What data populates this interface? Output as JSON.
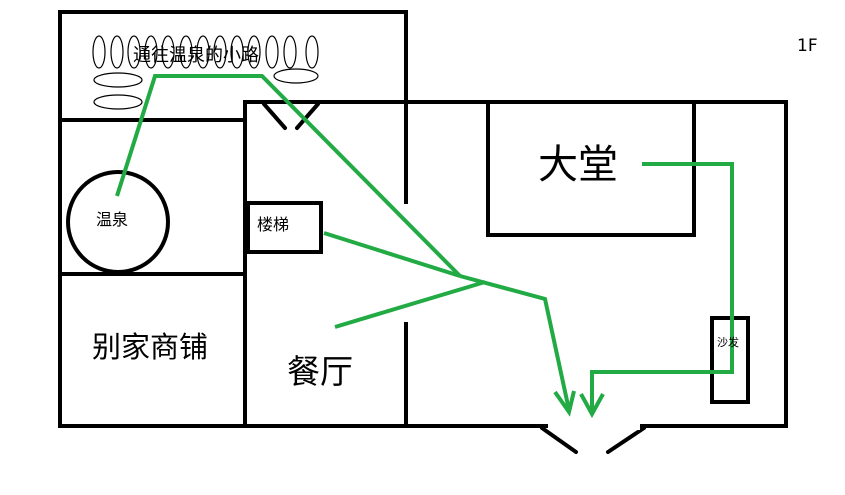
{
  "floor_label": "1F",
  "rooms": {
    "path_to_spring": "通往温泉的小路",
    "hot_spring": "温泉",
    "stairs": "楼梯",
    "lobby": "大堂",
    "sofa": "沙发",
    "villa_shop": "别家商铺",
    "restaurant": "餐厅"
  },
  "colors": {
    "wall": "#000000",
    "route": "#22aa44",
    "background": "#ffffff"
  }
}
